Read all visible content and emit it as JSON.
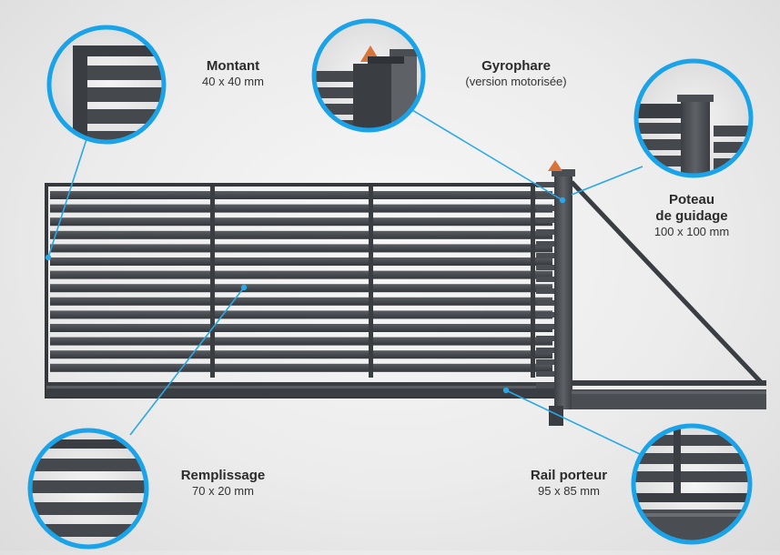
{
  "labels": {
    "montant": {
      "title": "Montant",
      "dims": "40 x 40 mm"
    },
    "gyrophare": {
      "title": "Gyrophare",
      "dims": "(version motorisée)"
    },
    "poteau": {
      "title_line1": "Poteau",
      "title_line2": "de guidage",
      "dims": "100 x 100 mm"
    },
    "remplissage": {
      "title": "Remplissage",
      "dims": "70 x 20 mm"
    },
    "rail": {
      "title": "Rail porteur",
      "dims": "95 x 85 mm"
    }
  },
  "colors": {
    "frame": "#3a3d42",
    "slat": "#45484d",
    "post": "#4a4d52",
    "callout_ring": "#1aa3e8",
    "leader": "#2aa8e6",
    "lamp": "#d9743a"
  }
}
